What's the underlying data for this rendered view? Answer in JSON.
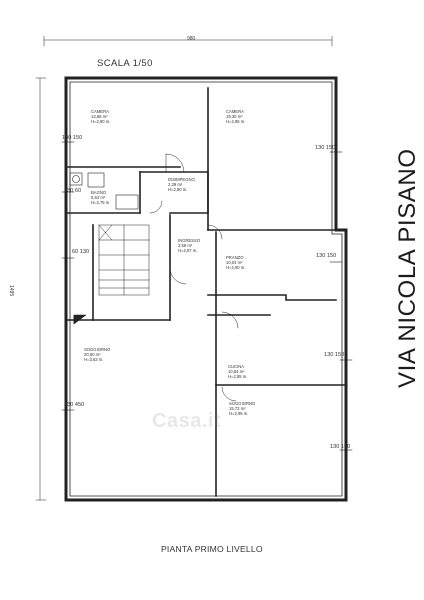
{
  "scale_label": "SCALA 1/50",
  "floor_title": "PIANTA PRIMO LIVELLO",
  "street_name": "VIA NICOLA PISANO",
  "dimensions": {
    "width": "980",
    "height": "1495"
  },
  "watermark": "Casa.it",
  "rooms": {
    "camera_1": "CAMERA\n13,66 m²\nH=2,90 m.",
    "camera_2": "CAMERA\n19,30 m²\nH=2,95 m.",
    "disimpegno": "DISIMPEGNO\n2,39 m²\nH=2,90 m.",
    "bagno": "BAGNO\n5,54 m²\nH=2,75 m.",
    "ingresso": "INGRESSO\n3,58 m²\nH=2,87 m.",
    "pranzo": "PRANZO\n10,04 m²\nH=2,90 m.",
    "soggiorno_1": "SOGGIORNO\n20,00 m²\nH=3,63 m.",
    "cucina": "CUCINA\n10,64 m²\nH=2,85 m.",
    "soggiorno_2": "SOGGIORNO\n15,73 m²\nH=2,95 m."
  },
  "windows": {
    "w_camera1_left": "130\n150",
    "w_camera2_right": "130\n150",
    "w_bagno_left": "130\n60",
    "w_stair_left": "60\n130",
    "w_pranzo_right": "130\n150",
    "w_cucina_right": "130\n150",
    "w_soggiorno_left": "130\n450",
    "w_soggiorno2_right": "130\n150"
  }
}
